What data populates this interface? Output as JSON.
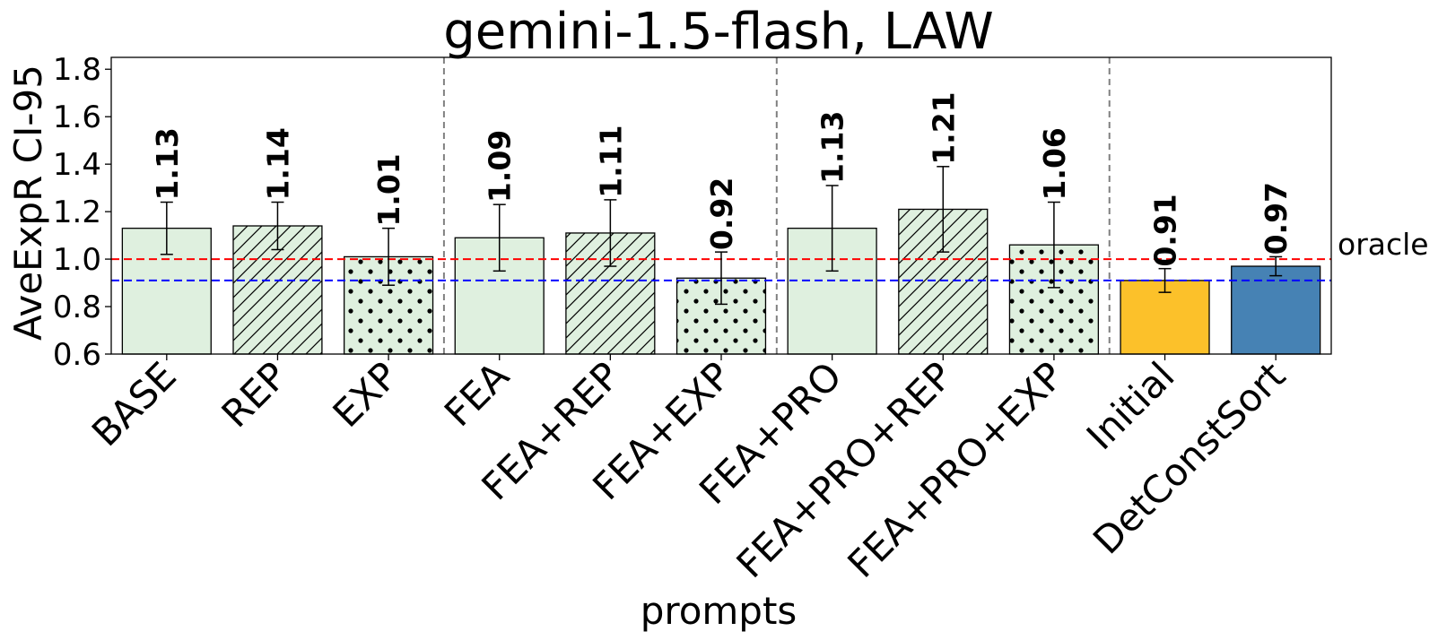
{
  "chart_data": {
    "type": "bar",
    "title": "gemini-1.5-flash, LAW",
    "xlabel": "prompts",
    "ylabel": "AveExpR CI-95",
    "ylim": [
      0.6,
      1.85
    ],
    "yticks": [
      "0.6",
      "0.8",
      "1.0",
      "1.2",
      "1.4",
      "1.6",
      "1.8"
    ],
    "grid": false,
    "categories": [
      "BASE",
      "REP",
      "EXP",
      "FEA",
      "FEA+REP",
      "FEA+EXP",
      "FEA+PRO",
      "FEA+PRO+REP",
      "FEA+PRO+EXP",
      "Initial",
      "DetConstSort"
    ],
    "values": [
      1.13,
      1.14,
      1.01,
      1.09,
      1.11,
      0.92,
      1.13,
      1.21,
      1.06,
      0.91,
      0.97
    ],
    "value_labels": [
      "1.13",
      "1.14",
      "1.01",
      "1.09",
      "1.11",
      "0.92",
      "1.13",
      "1.21",
      "1.06",
      "0.91",
      "0.97"
    ],
    "error_low": [
      1.02,
      1.04,
      0.89,
      0.95,
      0.97,
      0.81,
      0.95,
      1.03,
      0.88,
      0.86,
      0.93
    ],
    "error_high": [
      1.24,
      1.24,
      1.13,
      1.23,
      1.25,
      1.03,
      1.31,
      1.39,
      1.24,
      0.96,
      1.01
    ],
    "patterns": [
      "none",
      "hatch",
      "dots",
      "none",
      "hatch",
      "dots",
      "none",
      "hatch",
      "dots",
      "none",
      "none"
    ],
    "colors": [
      "#dff0df",
      "#dff0df",
      "#dff0df",
      "#dff0df",
      "#dff0df",
      "#dff0df",
      "#dff0df",
      "#dff0df",
      "#dff0df",
      "#fcc12a",
      "#4682b4"
    ],
    "group_separators_after": [
      2,
      5,
      8
    ],
    "reference_lines": [
      {
        "value": 1.0,
        "color": "#ff0000",
        "label": "oracle"
      },
      {
        "value": 0.91,
        "color": "#0000ff",
        "label": ""
      }
    ]
  }
}
